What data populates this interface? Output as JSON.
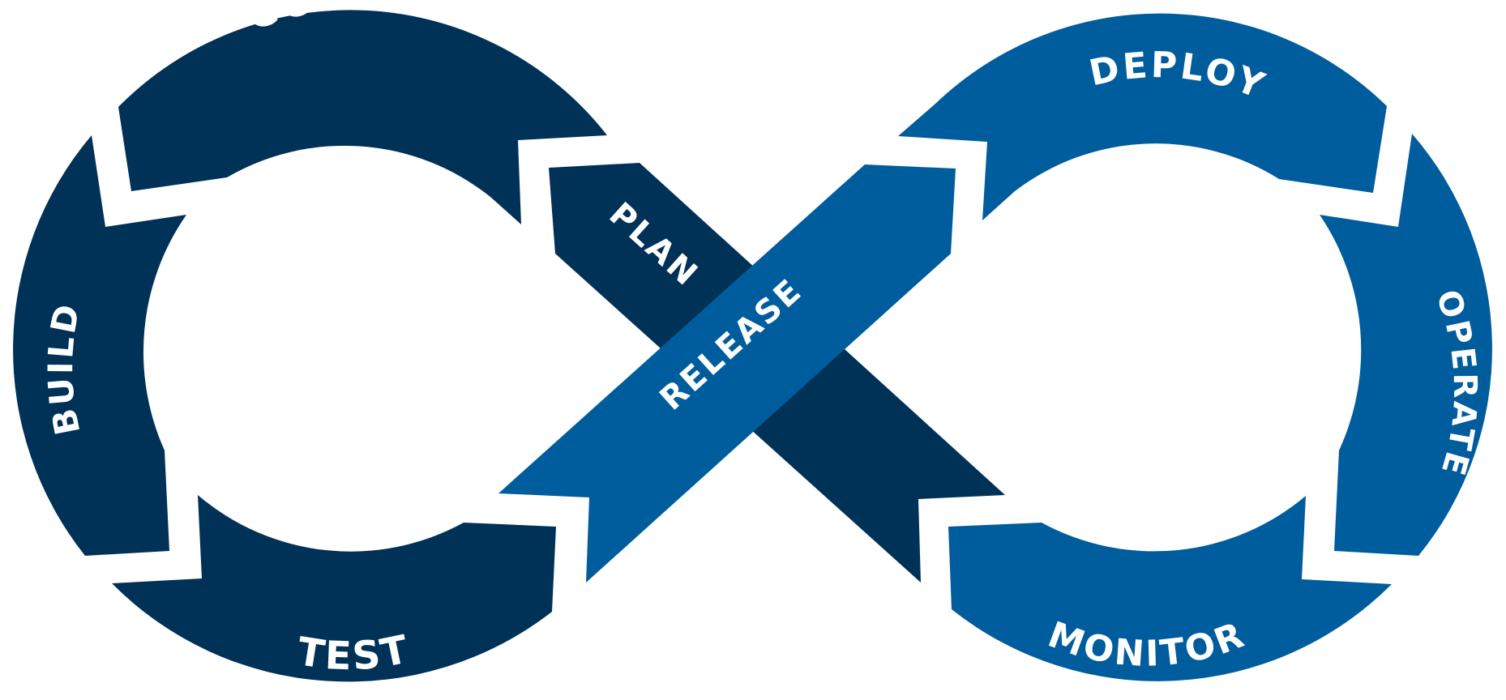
{
  "colors": {
    "dark": "#003157",
    "light": "#005d9d",
    "label": "#ffffff",
    "background": "#ffffff"
  },
  "stages": [
    {
      "id": "plan",
      "label": "PLAN"
    },
    {
      "id": "code",
      "label": "CODE"
    },
    {
      "id": "build",
      "label": "BUILD"
    },
    {
      "id": "test",
      "label": "TEST"
    },
    {
      "id": "release",
      "label": "RELEASE"
    },
    {
      "id": "deploy",
      "label": "DEPLOY"
    },
    {
      "id": "operate",
      "label": "OPERATE"
    },
    {
      "id": "monitor",
      "label": "MONITOR"
    }
  ]
}
